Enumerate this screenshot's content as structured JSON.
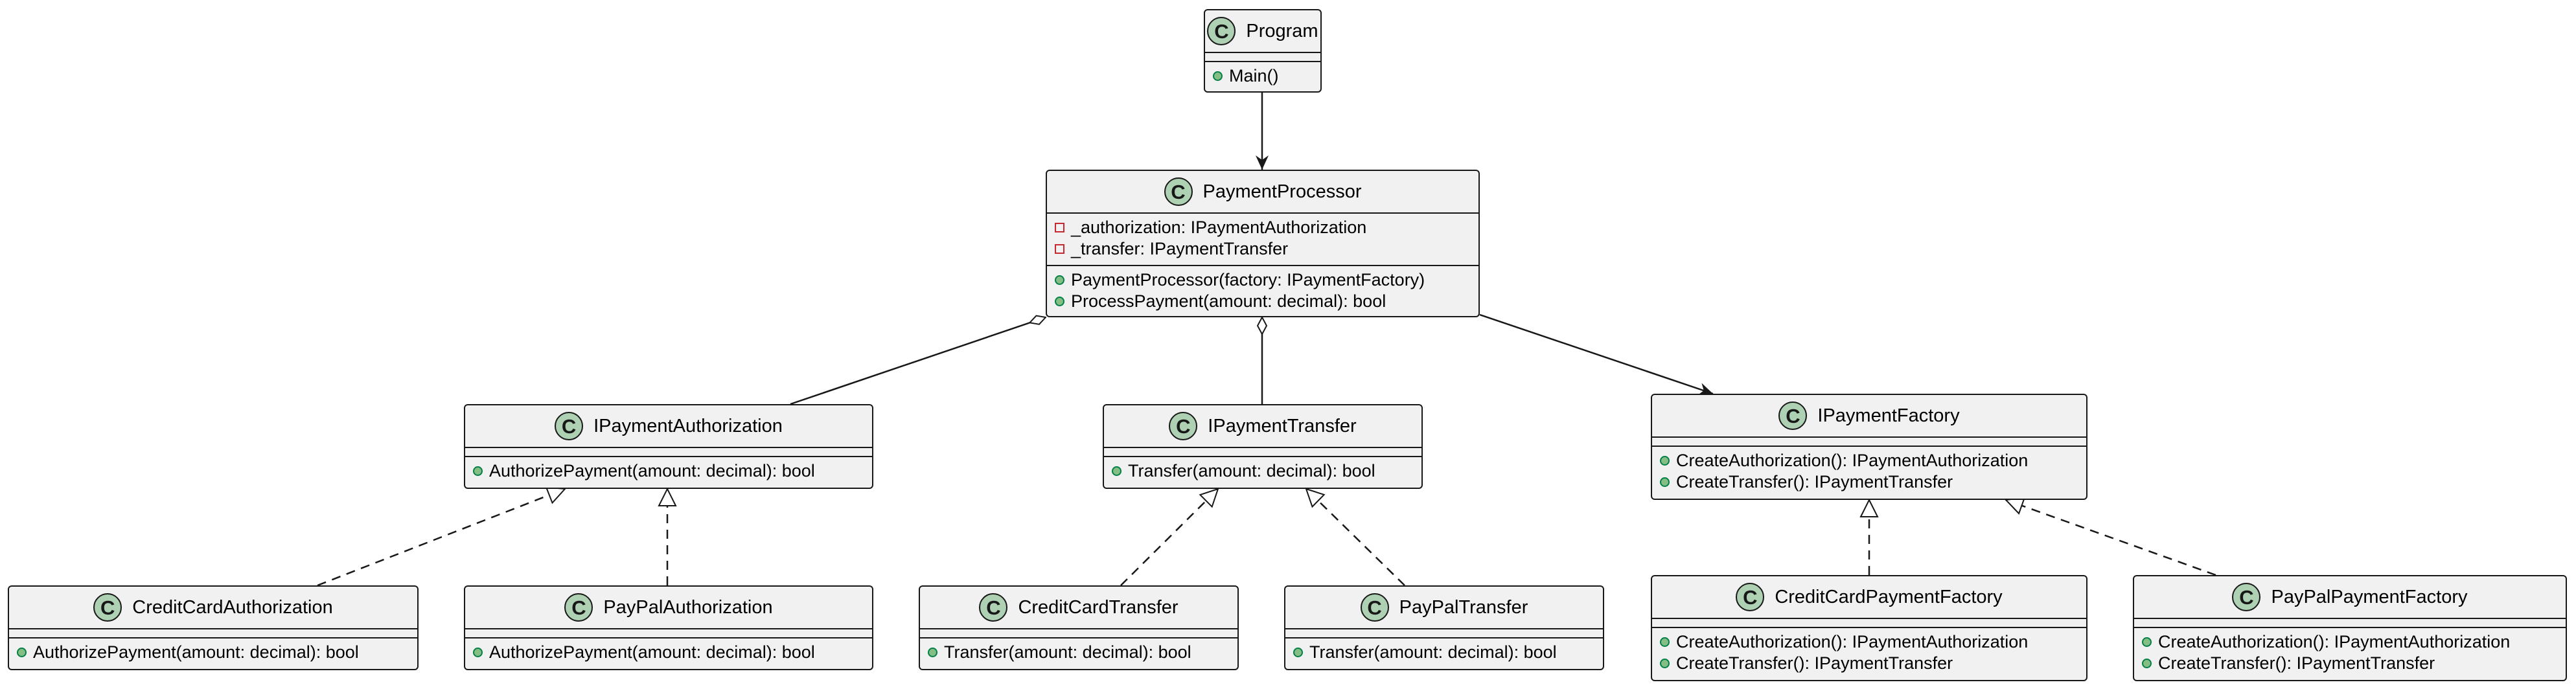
{
  "diagram": {
    "stereotype_badge": "C",
    "classes": {
      "program": {
        "name": "Program",
        "fields": [],
        "methods": [
          {
            "vis": "+",
            "text": "Main()"
          }
        ]
      },
      "payment_processor": {
        "name": "PaymentProcessor",
        "fields": [
          {
            "vis": "-",
            "text": "_authorization: IPaymentAuthorization"
          },
          {
            "vis": "-",
            "text": "_transfer: IPaymentTransfer"
          }
        ],
        "methods": [
          {
            "vis": "+",
            "text": "PaymentProcessor(factory: IPaymentFactory)"
          },
          {
            "vis": "+",
            "text": "ProcessPayment(amount: decimal): bool"
          }
        ]
      },
      "ipayment_authorization": {
        "name": "IPaymentAuthorization",
        "fields": [],
        "methods": [
          {
            "vis": "+",
            "text": "AuthorizePayment(amount: decimal): bool"
          }
        ]
      },
      "ipayment_transfer": {
        "name": "IPaymentTransfer",
        "fields": [],
        "methods": [
          {
            "vis": "+",
            "text": "Transfer(amount: decimal): bool"
          }
        ]
      },
      "ipayment_factory": {
        "name": "IPaymentFactory",
        "fields": [],
        "methods": [
          {
            "vis": "+",
            "text": "CreateAuthorization(): IPaymentAuthorization"
          },
          {
            "vis": "+",
            "text": "CreateTransfer(): IPaymentTransfer"
          }
        ]
      },
      "credit_card_authorization": {
        "name": "CreditCardAuthorization",
        "fields": [],
        "methods": [
          {
            "vis": "+",
            "text": "AuthorizePayment(amount: decimal): bool"
          }
        ]
      },
      "paypal_authorization": {
        "name": "PayPalAuthorization",
        "fields": [],
        "methods": [
          {
            "vis": "+",
            "text": "AuthorizePayment(amount: decimal): bool"
          }
        ]
      },
      "credit_card_transfer": {
        "name": "CreditCardTransfer",
        "fields": [],
        "methods": [
          {
            "vis": "+",
            "text": "Transfer(amount: decimal): bool"
          }
        ]
      },
      "paypal_transfer": {
        "name": "PayPalTransfer",
        "fields": [],
        "methods": [
          {
            "vis": "+",
            "text": "Transfer(amount: decimal): bool"
          }
        ]
      },
      "credit_card_payment_factory": {
        "name": "CreditCardPaymentFactory",
        "fields": [],
        "methods": [
          {
            "vis": "+",
            "text": "CreateAuthorization(): IPaymentAuthorization"
          },
          {
            "vis": "+",
            "text": "CreateTransfer(): IPaymentTransfer"
          }
        ]
      },
      "paypal_payment_factory": {
        "name": "PayPalPaymentFactory",
        "fields": [],
        "methods": [
          {
            "vis": "+",
            "text": "CreateAuthorization(): IPaymentAuthorization"
          },
          {
            "vis": "+",
            "text": "CreateTransfer(): IPaymentTransfer"
          }
        ]
      }
    },
    "relations": [
      {
        "from": "program",
        "to": "payment_processor",
        "kind": "association"
      },
      {
        "from": "payment_processor",
        "to": "ipayment_authorization",
        "kind": "aggregation"
      },
      {
        "from": "payment_processor",
        "to": "ipayment_transfer",
        "kind": "aggregation"
      },
      {
        "from": "payment_processor",
        "to": "ipayment_factory",
        "kind": "association"
      },
      {
        "from": "credit_card_authorization",
        "to": "ipayment_authorization",
        "kind": "realization"
      },
      {
        "from": "paypal_authorization",
        "to": "ipayment_authorization",
        "kind": "realization"
      },
      {
        "from": "credit_card_transfer",
        "to": "ipayment_transfer",
        "kind": "realization"
      },
      {
        "from": "paypal_transfer",
        "to": "ipayment_transfer",
        "kind": "realization"
      },
      {
        "from": "credit_card_payment_factory",
        "to": "ipayment_factory",
        "kind": "realization"
      },
      {
        "from": "paypal_payment_factory",
        "to": "ipayment_factory",
        "kind": "realization"
      }
    ],
    "colors": {
      "box_fill": "#f1f1f1",
      "border": "#181818",
      "badge_fill": "#add1b2",
      "public_marker": "#84be84",
      "private_marker": "#c82930"
    }
  }
}
